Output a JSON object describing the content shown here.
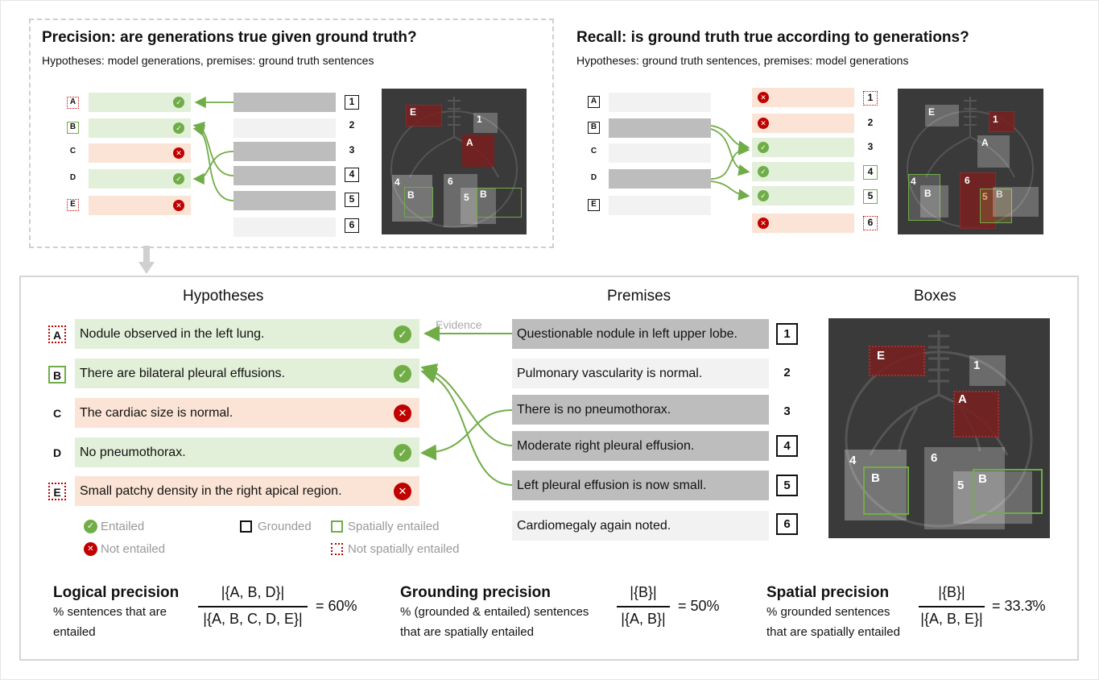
{
  "top_left": {
    "title": "Precision: are generations true given ground truth?",
    "subtitle": "Hypotheses: model generations, premises: ground truth sentences",
    "hyp_labels": [
      "A",
      "B",
      "C",
      "D",
      "E"
    ],
    "prem_labels": [
      "1",
      "2",
      "3",
      "4",
      "5",
      "6"
    ]
  },
  "top_right": {
    "title": "Recall: is ground truth true according to generations?",
    "subtitle": "Hypotheses: ground truth sentences, premises: model generations",
    "hyp_labels": [
      "A",
      "B",
      "C",
      "D",
      "E"
    ],
    "prem_labels": [
      "1",
      "2",
      "3",
      "4",
      "5",
      "6"
    ]
  },
  "main": {
    "col_hypotheses": "Hypotheses",
    "col_premises": "Premises",
    "col_boxes": "Boxes",
    "evidence_label": "Evidence",
    "hypotheses": [
      {
        "label": "A",
        "text": "Nodule observed in the left lung.",
        "status": "entailed",
        "frame": "not-spatial"
      },
      {
        "label": "B",
        "text": "There are bilateral pleural effusions.",
        "status": "entailed",
        "frame": "spatial"
      },
      {
        "label": "C",
        "text": "The cardiac size is normal.",
        "status": "not-entailed",
        "frame": "none"
      },
      {
        "label": "D",
        "text": "No pneumothorax.",
        "status": "entailed",
        "frame": "none"
      },
      {
        "label": "E",
        "text": "Small patchy density in the right apical region.",
        "status": "not-entailed",
        "frame": "not-spatial"
      }
    ],
    "premises": [
      {
        "num": "1",
        "text": "Questionable nodule in left upper lobe.",
        "grounded": true
      },
      {
        "num": "2",
        "text": "Pulmonary vascularity is normal.",
        "grounded": false
      },
      {
        "num": "3",
        "text": "There is no pneumothorax.",
        "grounded": false
      },
      {
        "num": "4",
        "text": "Moderate right pleural effusion.",
        "grounded": true
      },
      {
        "num": "5",
        "text": "Left pleural effusion is now small.",
        "grounded": true
      },
      {
        "num": "6",
        "text": "Cardiomegaly again noted.",
        "grounded": true
      }
    ],
    "box_labels": {
      "E": "E",
      "one": "1",
      "A": "A",
      "four": "4",
      "six": "6",
      "five": "5",
      "B1": "B",
      "B2": "B"
    }
  },
  "legend": {
    "entailed": "Entailed",
    "not_entailed": "Not entailed",
    "grounded": "Grounded",
    "spatially_entailed": "Spatially entailed",
    "not_spatially_entailed": "Not spatially entailed"
  },
  "metrics": [
    {
      "title": "Logical precision",
      "desc1": "% sentences that are",
      "desc2": "entailed",
      "numerator": "|{A, B, D}|",
      "denominator": "|{A, B, C, D, E}|",
      "result": "= 60%"
    },
    {
      "title": "Grounding precision",
      "desc1": "% (grounded & entailed) sentences",
      "desc2": "that are spatially entailed",
      "numerator": "|{B}|",
      "denominator": "|{A, B}|",
      "result": "= 50%"
    },
    {
      "title": "Spatial precision",
      "desc1": "% grounded sentences",
      "desc2": "that are spatially entailed",
      "numerator": "|{B}|",
      "denominator": "|{A, B, E}|",
      "result": "= 33.3̇%"
    }
  ],
  "colors": {
    "entailed_green": "#70ad47",
    "not_entailed_red": "#c00000",
    "green_fill": "#e2efd9",
    "red_fill": "#fbe4d5",
    "premise_dark": "#bdbdbd",
    "premise_light": "#f2f2f2"
  }
}
